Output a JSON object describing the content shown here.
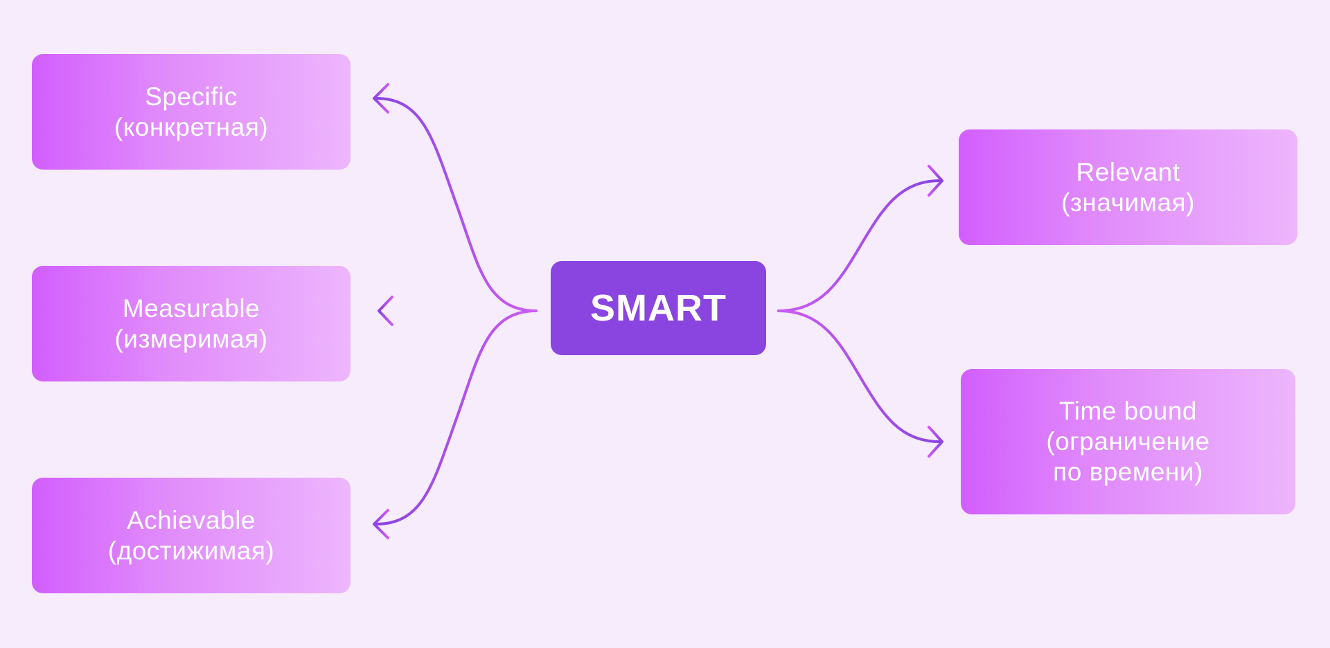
{
  "center": {
    "label": "SMART"
  },
  "nodes": [
    {
      "title": "Specific",
      "subtitle": "(конкретная)"
    },
    {
      "title": "Measurable",
      "subtitle": "(измеримая)"
    },
    {
      "title": "Achievable",
      "subtitle": "(достижимая)"
    },
    {
      "title": "Relevant",
      "subtitle": "(значимая)"
    },
    {
      "title": "Time bound",
      "subtitle": "(ограничение",
      "subtitle2": "по времени)"
    }
  ],
  "colors": {
    "background": "#f6ecfc",
    "center": "#8a44e0",
    "arrow_start": "#c65af0",
    "arrow_end": "#8a44e0"
  }
}
